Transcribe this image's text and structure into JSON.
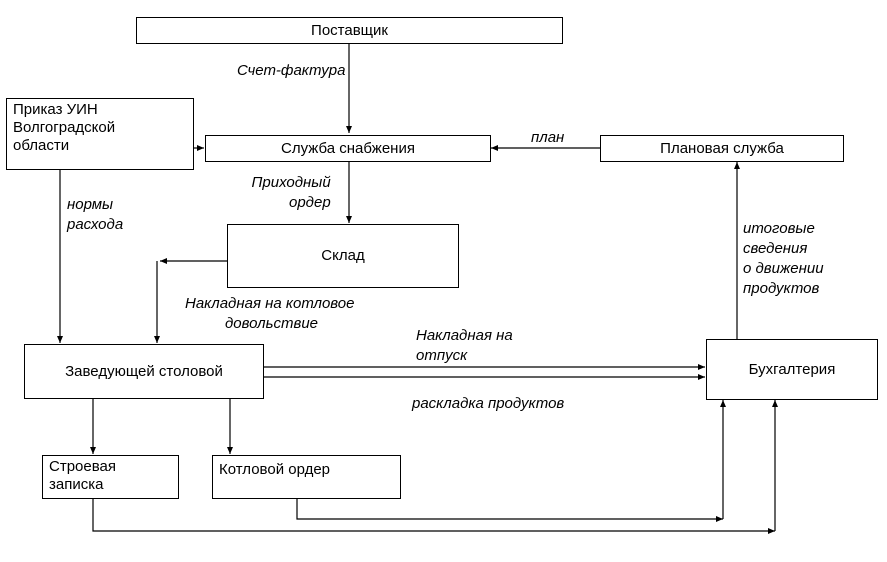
{
  "nodes": {
    "supplier": "Поставщик",
    "order_line1": "Приказ УИН",
    "order_line2": "Волгоградской",
    "order_line3": "области",
    "supply": "Служба снабжения",
    "planning": "Плановая служба",
    "warehouse": "Склад",
    "canteen_head": "Заведующей столовой",
    "accounting": "Бухгалтерия",
    "roster_line1": "Строевая",
    "roster_line2": "записка",
    "boiler_order": "Котловой ордер"
  },
  "labels": {
    "invoice": "Счет-фактура",
    "plan": "план",
    "receipt_line1": "Приходный",
    "receipt_line2": "ордер",
    "norms_line1": "нормы",
    "norms_line2": "расхода",
    "boiler_invoice_line1": "Накладная на котловое",
    "boiler_invoice_line2": "довольствие",
    "release_invoice_line1": "Накладная на",
    "release_invoice_line2": "отпуск",
    "layout": "раскладка продуктов",
    "summary_line1": "итоговые",
    "summary_line2": "сведения",
    "summary_line3": "о движении",
    "summary_line4": "продуктов"
  }
}
